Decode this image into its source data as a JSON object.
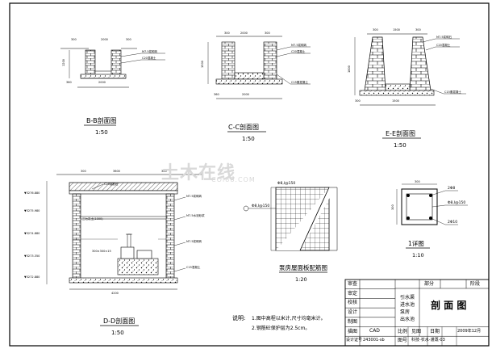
{
  "views": {
    "bb": {
      "title": "B-B剖面图",
      "scale": "1:50"
    },
    "cc": {
      "title": "C-C剖面图",
      "scale": "1:50"
    },
    "ee": {
      "title": "E-E剖面图",
      "scale": "1:50"
    },
    "dd": {
      "title": "D-D剖面图",
      "scale": "1:50"
    },
    "roof": {
      "title": "泵房屋面板配筋图",
      "scale": "1:20"
    },
    "detail1": {
      "title": "1详图",
      "scale": "1:10"
    }
  },
  "rebar_labels": {
    "roof_a": "Φ8,Ⅰ@150",
    "roof_b": "Φ8,Ⅰ@150",
    "detail_top": "2Φ8",
    "detail_mid": "Φ8,Ⅰ@150",
    "detail_bot": "2Φ10"
  },
  "notes": {
    "heading": "说明:",
    "line1": "1.图中高程以米计,尺寸均毫米计。",
    "line2": "2.钢筋砼保护层为2.5cm。"
  },
  "title_block": {
    "row_labels": [
      "审查",
      "审定",
      "校核",
      "设计",
      "制图",
      "描图",
      "设计证号"
    ],
    "stage_label": "部分",
    "stage_value": "阶段",
    "project_names": [
      "引水渠",
      "进水池",
      "泵房",
      "出水池"
    ],
    "drawing_title": "剖 面 图",
    "cad_mark": "CAD",
    "cert_no": "243001-sb",
    "scale_label": "比例",
    "scale_value": "见图",
    "date_label": "日期",
    "date_value": "2009年12月",
    "sheet_label": "图号",
    "sheet_value": "科技-农水-灌溉-03"
  },
  "watermark": {
    "text": "土木在线",
    "sub": "COI88.COM"
  }
}
